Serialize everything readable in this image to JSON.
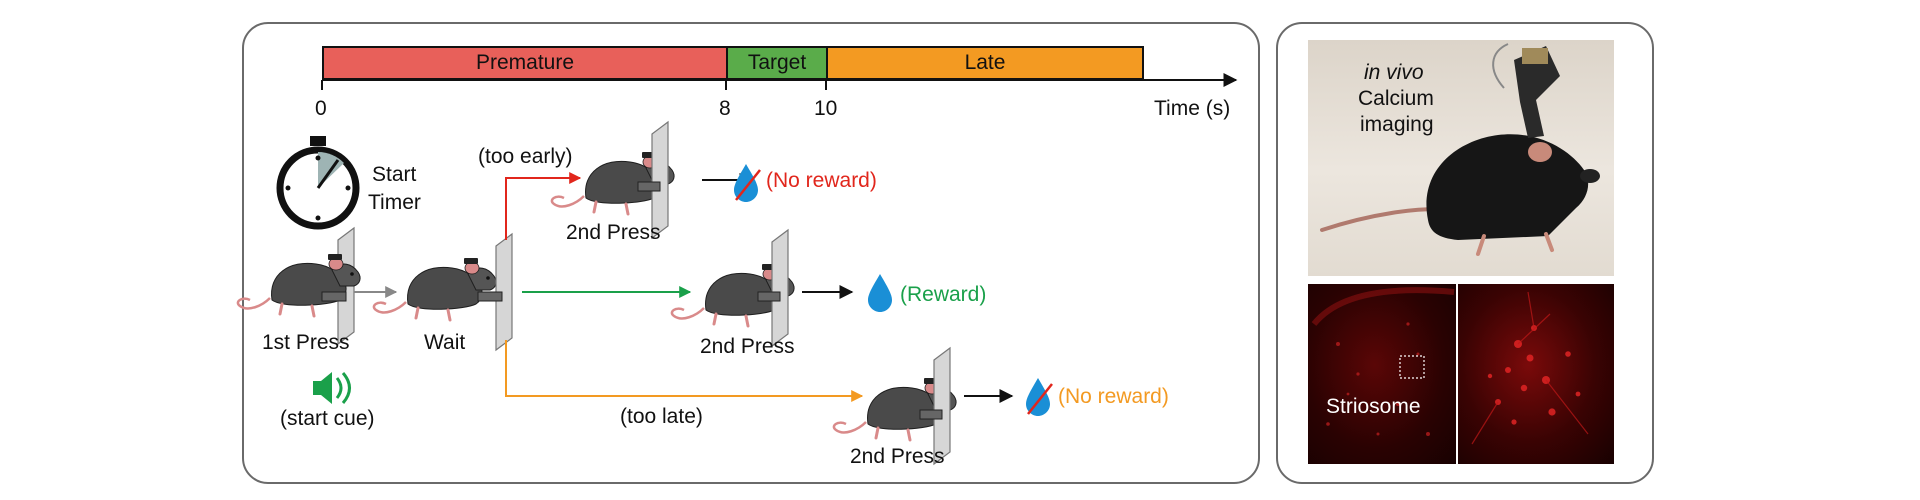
{
  "timeline": {
    "segments": [
      {
        "label": "Premature",
        "color": "#e8605a"
      },
      {
        "label": "Target",
        "color": "#5aac4a"
      },
      {
        "label": "Late",
        "color": "#f39a22"
      }
    ],
    "ticks": [
      "0",
      "8",
      "10"
    ],
    "axis_label": "Time (s)"
  },
  "timer": {
    "label_line1": "Start",
    "label_line2": "Timer"
  },
  "first_press": {
    "label": "1st Press",
    "cue_label": "(start cue)"
  },
  "wait": {
    "label": "Wait"
  },
  "branches": {
    "early": {
      "condition": "(too early)",
      "press_label": "2nd Press",
      "outcome": "(No reward)",
      "color": "#e1261c"
    },
    "target": {
      "press_label": "2nd Press",
      "outcome": "(Reward)",
      "color": "#1aa04a"
    },
    "late": {
      "condition": "(too late)",
      "press_label": "2nd Press",
      "outcome": "(No reward)",
      "color": "#f39a22"
    }
  },
  "imaging": {
    "line1": "in vivo",
    "line2": "Calcium",
    "line3": "imaging",
    "region_label": "Striosome"
  },
  "colors": {
    "drop": "#1a8fd6",
    "cue": "#1aa04a",
    "gray_arrow": "#888888"
  }
}
